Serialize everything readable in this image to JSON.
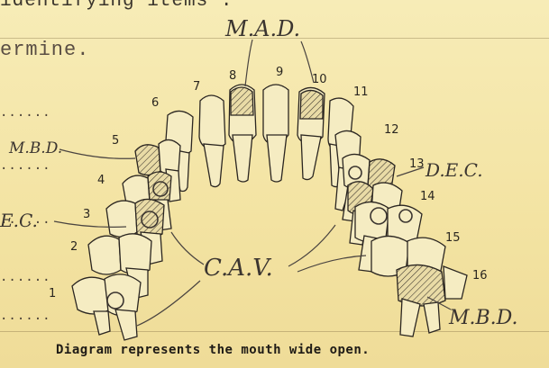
{
  "form": {
    "header_fragment": "identifying items :",
    "examine_fragment": "ermine.",
    "dots": "......"
  },
  "diagram": {
    "tooth_numbers": [
      "1",
      "2",
      "3",
      "4",
      "5",
      "6",
      "7",
      "8",
      "9",
      "10",
      "11",
      "12",
      "13",
      "14",
      "15",
      "16"
    ],
    "annotations": {
      "mad": "M.A.D.",
      "mbd_upper": "M.B.D.",
      "ec_left": "E.C.",
      "dec_right": "D.E.C.",
      "cav": "C.A.V.",
      "mbd_lower": "M.B.D."
    },
    "caption": "Diagram represents the mouth wide open."
  },
  "colors": {
    "paper": "#f5e9b0",
    "ink": "#2b2621"
  }
}
